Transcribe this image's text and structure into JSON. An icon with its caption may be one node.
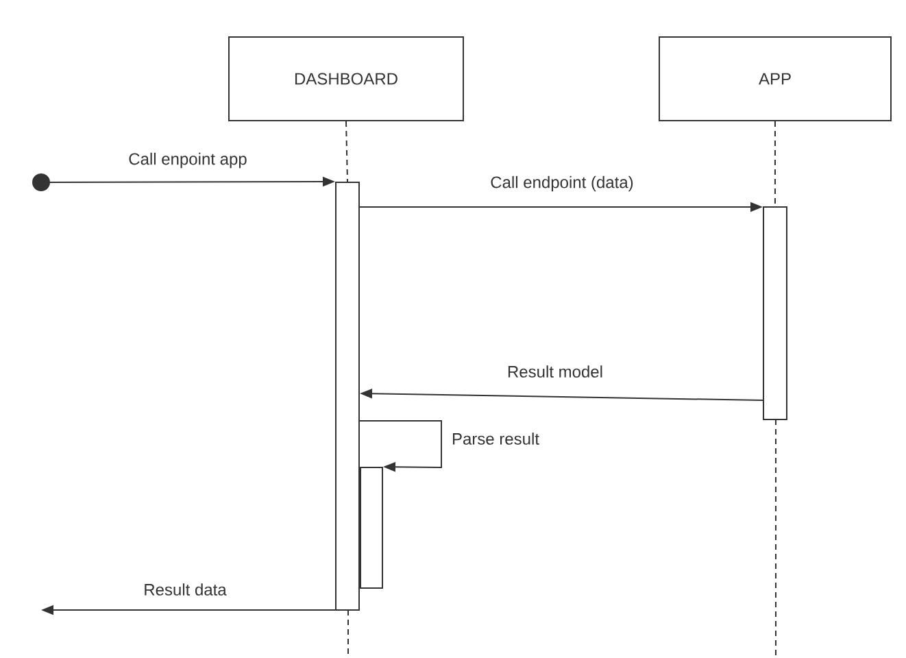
{
  "diagram": {
    "nodes": [
      {
        "text": [
          "DASHBOARD"
        ]
      },
      {
        "text": [
          "APP"
        ]
      },
      {
        "text": [],
        "shape": "circle"
      },
      {
        "text": [],
        "shape": "bar"
      },
      {
        "text": [],
        "shape": "bar"
      },
      {
        "text": [],
        "shape": "bar"
      }
    ],
    "edges": [
      {
        "from": 0,
        "to": 3,
        "arrow": "none",
        "style": "dashed"
      },
      {
        "from": 1,
        "to": 4,
        "arrow": "none",
        "style": "dashed"
      },
      {
        "from": 2,
        "to": 3,
        "arrow": "to",
        "label": "Call enpoint app"
      },
      {
        "from": 3,
        "to": 4,
        "arrow": "to",
        "label": "Call endpoint (data)"
      },
      {
        "from": 4,
        "to": 3,
        "arrow": "to",
        "label": "Result model"
      },
      {
        "from": 3,
        "to": 5,
        "arrow": "to",
        "label": "Parse result"
      },
      {
        "from": 3,
        "to": null,
        "arrow": "to",
        "label": "Result data"
      }
    ]
  }
}
